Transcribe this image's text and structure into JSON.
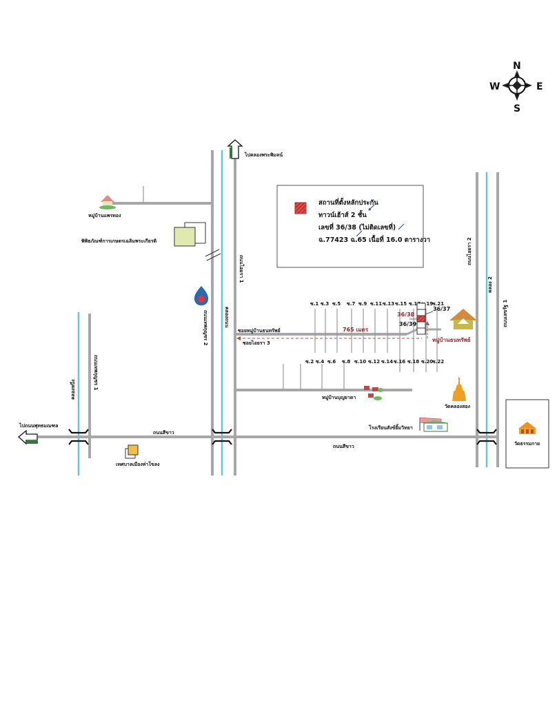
{
  "compass": {
    "n": "N",
    "s": "S",
    "e": "E",
    "w": "W"
  },
  "legend": {
    "line1": "สถานที่ตั้งหลักประกัน",
    "line2": "ทาวน์เฮ้าส์ 2 ชั้น",
    "line3": "เลขที่ 36/38 (ไม่ติดเลขที่)",
    "line4": "ฉ.77423 ฉ.65 เนื้อที่ 16.0 ตารางวา",
    "marker_color": "#d9352f"
  },
  "roads": {
    "to_klong_phra_phimon": "ไปคลองพระพิมลน์",
    "thanon_noppha_1": "ถนนไอยรา 1",
    "thanon_noppha_2": "ถนนไอยรา 2",
    "thanon_thep_kunchon_1": "ถนนเทพกุญชร 1",
    "thanon_thep_kunchon_2": "ถนนเทพกุญชร 2",
    "thanon_lert_rat_1": "ถนนเลขรัฐ 1",
    "thanon_sai_khao_left": "ถนนสีขาว",
    "thanon_sai_khao_right": "ถนนสีขาว",
    "to_phutthamonthon": "ไปถนนพุทธมณฑล",
    "soi_village": "ซอยหมู่บ้านธนทรัพย์",
    "soi_aiyara_3": "ซอยไอยรา 3",
    "distance": "765 เมตร"
  },
  "canals": {
    "khlong_thanon": "คลองถนน",
    "khlong_2": "คลอง 2",
    "khlong_nueng": "คลองหนึ่ง"
  },
  "places": {
    "village_thepthong": "หมู่บ้านแพรทอง",
    "museum": "พิพิธภัณฑ์การเกษตรเฉลิมพระเกียรติ",
    "village_bunyarat": "หมู่บ้านบุญยาดา",
    "wat_khlong_song": "วัดคลองสอง",
    "school": "โรงเรียนสังข์ยิ้มวิทยา",
    "wat_right": "วัดธรรมกาย",
    "municipality": "เทศบาลเมืองท่าโขลง",
    "village_thanasap": "หมู่บ้านธนทรัพย์"
  },
  "lots": {
    "lot_38": "36/38",
    "lot_37": "36/37",
    "lot_39": "36/39"
  },
  "soi_top": [
    "ซ.1",
    "ซ.3",
    "ซ.5",
    "ซ.7",
    "ซ.9",
    "ซ.11",
    "ซ.13",
    "ซ.15",
    "ซ.17",
    "ซ.19",
    "ซ.21"
  ],
  "soi_bottom": [
    "ซ.2",
    "ซ.4",
    "ซ.6",
    "ซ.8",
    "ซ.10",
    "ซ.12",
    "ซ.14",
    "ซ.16",
    "ซ.18",
    "ซ.20",
    "ซ.22"
  ]
}
